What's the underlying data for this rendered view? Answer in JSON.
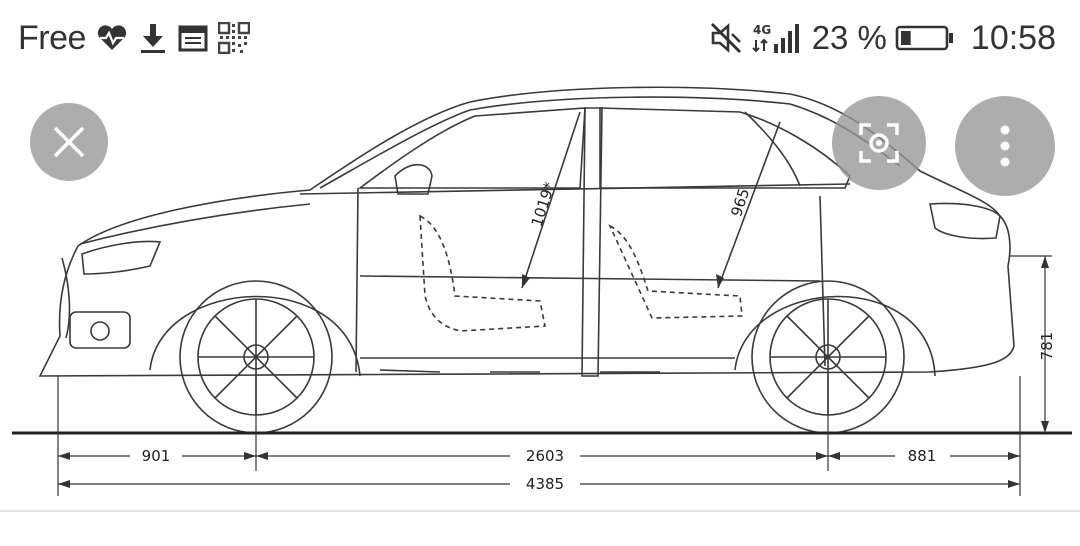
{
  "status_bar": {
    "carrier": "Free",
    "left_icons": [
      "heart-pulse-icon",
      "download-icon",
      "calendar-icon",
      "qr-code-icon"
    ],
    "right_icons": [
      "mute-icon",
      "4g-signal-icon",
      "battery-icon"
    ],
    "network_label_top": "4G",
    "battery_percent": "23 %",
    "battery_level": 0.23,
    "time": "10:58"
  },
  "image_viewer": {
    "close_icon": "close-icon",
    "lens_icon": "google-lens-icon",
    "more_icon": "more-vertical-icon"
  },
  "diagram": {
    "dimensions": {
      "front_overhang": "901",
      "wheelbase": "2603",
      "rear_overhang": "881",
      "overall_length": "4385",
      "height_marker": "781",
      "front_headroom": "1019*",
      "rear_headroom": "965"
    }
  }
}
